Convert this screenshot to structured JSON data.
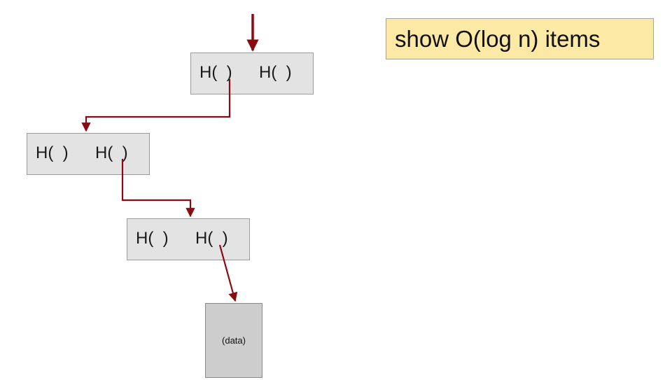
{
  "note": "show O(log n) items",
  "nodes": [
    {
      "left": "H(  )",
      "right": "H(  )"
    },
    {
      "left": "H(  )",
      "right": "H(  )"
    },
    {
      "left": "H(  )",
      "right": "H(  )"
    }
  ],
  "data_label": "(data)",
  "colors": {
    "arrow": "#8b0a12",
    "node_fill": "#e3e3e3",
    "note_fill": "#fce9a6",
    "data_fill": "#cdcdcd"
  }
}
